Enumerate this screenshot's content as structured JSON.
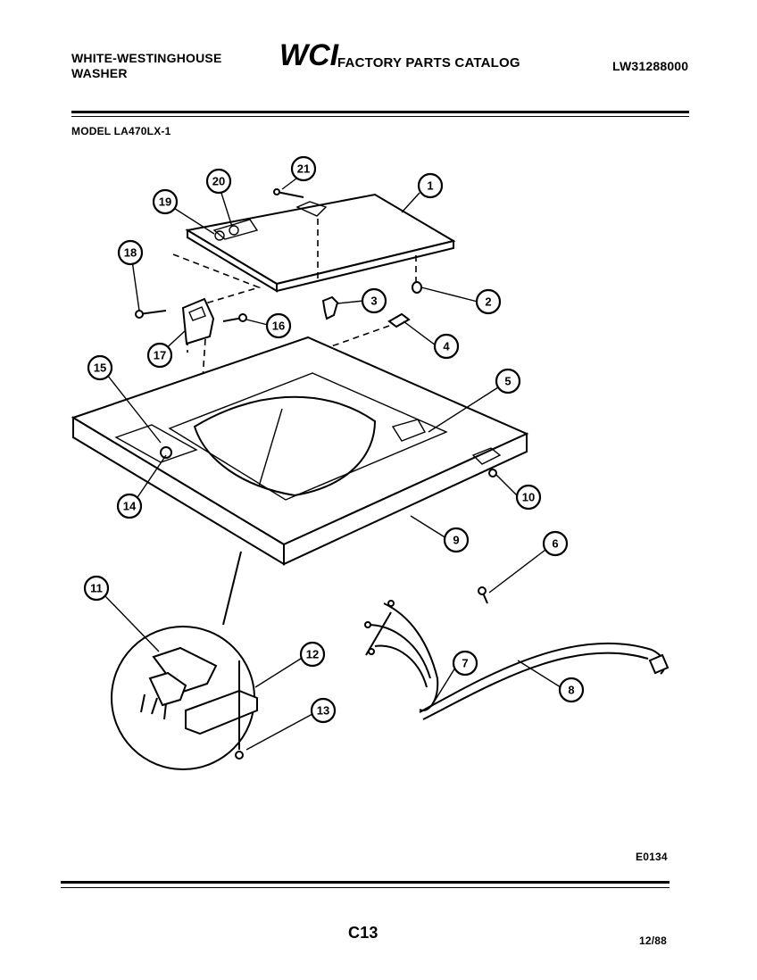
{
  "header": {
    "manufacturer": "WHITE-WESTINGHOUSE",
    "product": "WASHER",
    "logo_text": "WCI",
    "catalog_title": "FACTORY PARTS CATALOG",
    "catalog_number": "LW31288000",
    "model": "MODEL LA470LX-1"
  },
  "footer": {
    "drawing_number": "E0134",
    "page": "C13",
    "date": "12/88"
  },
  "callouts": [
    "1",
    "2",
    "3",
    "4",
    "5",
    "6",
    "7",
    "8",
    "9",
    "10",
    "11",
    "12",
    "13",
    "14",
    "15",
    "16",
    "17",
    "18",
    "19",
    "20",
    "21"
  ]
}
